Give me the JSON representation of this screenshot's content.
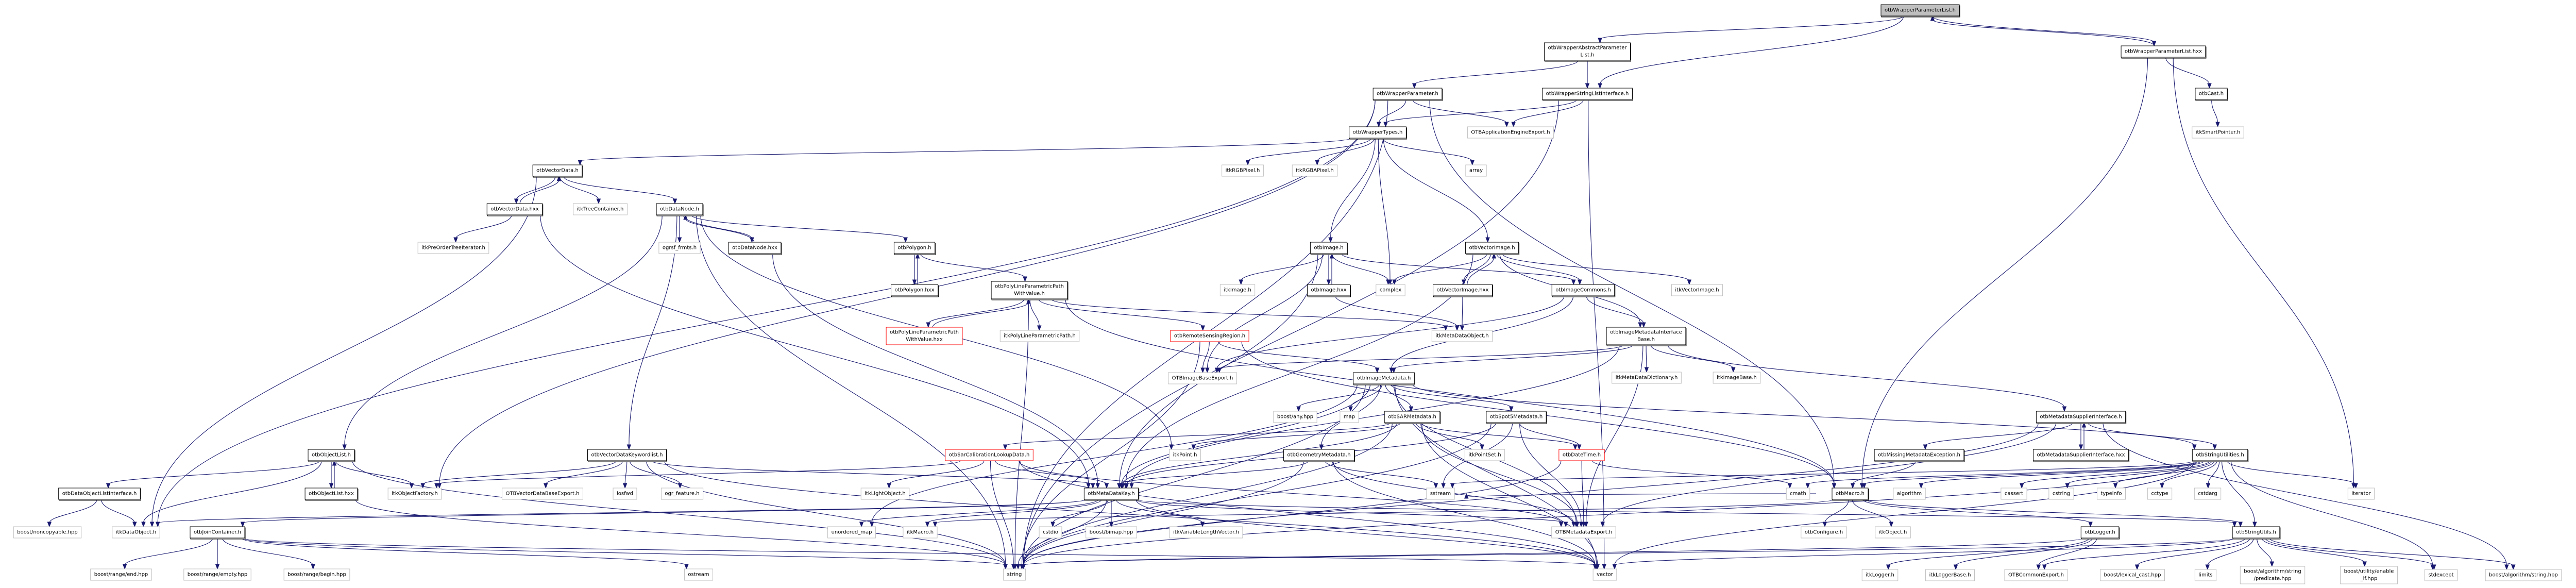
{
  "title": "otbWrapperParameterList.h include dependency graph",
  "colors": {
    "edge": "#191970",
    "root_fill": "#bfbfbf",
    "internal_border": "#000000",
    "external_border": "#bfbfbf",
    "truncated_border": "#ff0000"
  },
  "nodes": [
    {
      "id": "n0",
      "label": [
        "otbWrapperParameterList.h"
      ],
      "kind": "root"
    },
    {
      "id": "n1",
      "label": [
        "otbWrapperAbstractParameter",
        "List.h"
      ],
      "kind": "internal"
    },
    {
      "id": "n2",
      "label": [
        "otbWrapperParameterList.hxx"
      ],
      "kind": "internal"
    },
    {
      "id": "n3",
      "label": [
        "otbWrapperParameter.h"
      ],
      "kind": "internal"
    },
    {
      "id": "n4",
      "label": [
        "otbWrapperStringListInterface.h"
      ],
      "kind": "internal"
    },
    {
      "id": "n5",
      "label": [
        "otbCast.h"
      ],
      "kind": "internal"
    },
    {
      "id": "n6",
      "label": [
        "otbWrapperTypes.h"
      ],
      "kind": "internal"
    },
    {
      "id": "n7",
      "label": [
        "OTBApplicationEngineExport.h"
      ],
      "kind": "external"
    },
    {
      "id": "n8",
      "label": [
        "itkSmartPointer.h"
      ],
      "kind": "external"
    },
    {
      "id": "n9",
      "label": [
        "otbVectorData.h"
      ],
      "kind": "internal"
    },
    {
      "id": "n10",
      "label": [
        "itkRGBPixel.h"
      ],
      "kind": "external"
    },
    {
      "id": "n11",
      "label": [
        "itkRGBAPixel.h"
      ],
      "kind": "external"
    },
    {
      "id": "n12",
      "label": [
        "array"
      ],
      "kind": "external"
    },
    {
      "id": "n13",
      "label": [
        "otbVectorData.hxx"
      ],
      "kind": "internal"
    },
    {
      "id": "n14",
      "label": [
        "itkTreeContainer.h"
      ],
      "kind": "external"
    },
    {
      "id": "n15",
      "label": [
        "otbDataNode.h"
      ],
      "kind": "internal"
    },
    {
      "id": "n16",
      "label": [
        "itkPreOrderTreeIterator.h"
      ],
      "kind": "external"
    },
    {
      "id": "n17",
      "label": [
        "ogrsf_frmts.h"
      ],
      "kind": "external"
    },
    {
      "id": "n18",
      "label": [
        "otbDataNode.hxx"
      ],
      "kind": "internal"
    },
    {
      "id": "n19",
      "label": [
        "otbPolygon.h"
      ],
      "kind": "internal"
    },
    {
      "id": "n20",
      "label": [
        "otbImage.h"
      ],
      "kind": "internal"
    },
    {
      "id": "n21",
      "label": [
        "otbVectorImage.h"
      ],
      "kind": "internal"
    },
    {
      "id": "n22",
      "label": [
        "otbPolygon.hxx"
      ],
      "kind": "internal"
    },
    {
      "id": "n23",
      "label": [
        "otbPolyLineParametricPath",
        "WithValue.h"
      ],
      "kind": "internal"
    },
    {
      "id": "n24",
      "label": [
        "itkImage.h"
      ],
      "kind": "external"
    },
    {
      "id": "n25",
      "label": [
        "otbImage.hxx"
      ],
      "kind": "internal"
    },
    {
      "id": "n26",
      "label": [
        "complex"
      ],
      "kind": "external"
    },
    {
      "id": "n27",
      "label": [
        "otbVectorImage.hxx"
      ],
      "kind": "internal"
    },
    {
      "id": "n28",
      "label": [
        "otbImageCommons.h"
      ],
      "kind": "internal"
    },
    {
      "id": "n29",
      "label": [
        "itkVectorImage.h"
      ],
      "kind": "external"
    },
    {
      "id": "n30",
      "label": [
        "otbPolyLineParametricPath",
        "WithValue.hxx"
      ],
      "kind": "truncated"
    },
    {
      "id": "n31",
      "label": [
        "itkPolyLineParametricPath.h"
      ],
      "kind": "external"
    },
    {
      "id": "n32",
      "label": [
        "otbRemoteSensingRegion.h"
      ],
      "kind": "truncated"
    },
    {
      "id": "n33",
      "label": [
        "itkMetaDataObject.h"
      ],
      "kind": "external"
    },
    {
      "id": "n34",
      "label": [
        "otbImageMetadataInterface",
        "Base.h"
      ],
      "kind": "internal"
    },
    {
      "id": "n35",
      "label": [
        "OTBImageBaseExport.h"
      ],
      "kind": "external"
    },
    {
      "id": "n36",
      "label": [
        "otbImageMetadata.h"
      ],
      "kind": "internal"
    },
    {
      "id": "n37",
      "label": [
        "itkMetaDataDictionary.h"
      ],
      "kind": "external"
    },
    {
      "id": "n38",
      "label": [
        "itkImageBase.h"
      ],
      "kind": "external"
    },
    {
      "id": "n39",
      "label": [
        "boost/any.hpp"
      ],
      "kind": "external"
    },
    {
      "id": "n40",
      "label": [
        "map"
      ],
      "kind": "external"
    },
    {
      "id": "n41",
      "label": [
        "otbSARMetadata.h"
      ],
      "kind": "internal"
    },
    {
      "id": "n42",
      "label": [
        "otbSpot5Metadata.h"
      ],
      "kind": "internal"
    },
    {
      "id": "n43",
      "label": [
        "otbMetadataSupplierInterface.h"
      ],
      "kind": "internal"
    },
    {
      "id": "n44",
      "label": [
        "otbObjectList.h"
      ],
      "kind": "internal"
    },
    {
      "id": "n45",
      "label": [
        "otbVectorDataKeywordlist.h"
      ],
      "kind": "internal"
    },
    {
      "id": "n46",
      "label": [
        "otbSarCalibrationLookupData.h"
      ],
      "kind": "truncated"
    },
    {
      "id": "n47",
      "label": [
        "itkPoint.h"
      ],
      "kind": "external"
    },
    {
      "id": "n48",
      "label": [
        "otbGeometryMetadata.h"
      ],
      "kind": "internal"
    },
    {
      "id": "n49",
      "label": [
        "itkPointSet.h"
      ],
      "kind": "external"
    },
    {
      "id": "n50",
      "label": [
        "otbDateTime.h"
      ],
      "kind": "truncated"
    },
    {
      "id": "n51",
      "label": [
        "otbMissingMetadataException.h"
      ],
      "kind": "internal"
    },
    {
      "id": "n52",
      "label": [
        "otbMetadataSupplierInterface.hxx"
      ],
      "kind": "internal"
    },
    {
      "id": "n53",
      "label": [
        "otbStringUtilities.h"
      ],
      "kind": "internal"
    },
    {
      "id": "n54",
      "label": [
        "otbDataObjectListInterface.h"
      ],
      "kind": "internal"
    },
    {
      "id": "n55",
      "label": [
        "otbObjectList.hxx"
      ],
      "kind": "internal"
    },
    {
      "id": "n56",
      "label": [
        "itkObjectFactory.h"
      ],
      "kind": "external"
    },
    {
      "id": "n57",
      "label": [
        "OTBVectorDataBaseExport.h"
      ],
      "kind": "external"
    },
    {
      "id": "n58",
      "label": [
        "iosfwd"
      ],
      "kind": "external"
    },
    {
      "id": "n59",
      "label": [
        "ogr_feature.h"
      ],
      "kind": "external"
    },
    {
      "id": "n60",
      "label": [
        "itkLightObject.h"
      ],
      "kind": "external"
    },
    {
      "id": "n61",
      "label": [
        "otbMetaDataKey.h"
      ],
      "kind": "internal"
    },
    {
      "id": "n62",
      "label": [
        "sstream"
      ],
      "kind": "external"
    },
    {
      "id": "n63",
      "label": [
        "cmath"
      ],
      "kind": "external"
    },
    {
      "id": "n64",
      "label": [
        "otbMacro.h"
      ],
      "kind": "internal"
    },
    {
      "id": "n65",
      "label": [
        "algorithm"
      ],
      "kind": "external"
    },
    {
      "id": "n66",
      "label": [
        "cassert"
      ],
      "kind": "external"
    },
    {
      "id": "n67",
      "label": [
        "cstring"
      ],
      "kind": "external"
    },
    {
      "id": "n68",
      "label": [
        "typeinfo"
      ],
      "kind": "external"
    },
    {
      "id": "n69",
      "label": [
        "cctype"
      ],
      "kind": "external"
    },
    {
      "id": "n70",
      "label": [
        "cstdarg"
      ],
      "kind": "external"
    },
    {
      "id": "n71",
      "label": [
        "iterator"
      ],
      "kind": "external"
    },
    {
      "id": "n72",
      "label": [
        "boost/noncopyable.hpp"
      ],
      "kind": "external"
    },
    {
      "id": "n73",
      "label": [
        "itkDataObject.h"
      ],
      "kind": "external"
    },
    {
      "id": "n74",
      "label": [
        "otbJoinContainer.h"
      ],
      "kind": "internal"
    },
    {
      "id": "n75",
      "label": [
        "unordered_map"
      ],
      "kind": "external"
    },
    {
      "id": "n76",
      "label": [
        "itkMacro.h"
      ],
      "kind": "external"
    },
    {
      "id": "n77",
      "label": [
        "cstdio"
      ],
      "kind": "external"
    },
    {
      "id": "n78",
      "label": [
        "boost/bimap.hpp"
      ],
      "kind": "external"
    },
    {
      "id": "n79",
      "label": [
        "itkVariableLengthVector.h"
      ],
      "kind": "external"
    },
    {
      "id": "n80",
      "label": [
        "OTBMetadataExport.h"
      ],
      "kind": "external"
    },
    {
      "id": "n81",
      "label": [
        "otbConfigure.h"
      ],
      "kind": "external"
    },
    {
      "id": "n82",
      "label": [
        "itkObject.h"
      ],
      "kind": "external"
    },
    {
      "id": "n83",
      "label": [
        "otbLogger.h"
      ],
      "kind": "internal"
    },
    {
      "id": "n84",
      "label": [
        "otbStringUtils.h"
      ],
      "kind": "internal"
    },
    {
      "id": "n85",
      "label": [
        "boost/range/end.hpp"
      ],
      "kind": "external"
    },
    {
      "id": "n86",
      "label": [
        "boost/range/empty.hpp"
      ],
      "kind": "external"
    },
    {
      "id": "n87",
      "label": [
        "boost/range/begin.hpp"
      ],
      "kind": "external"
    },
    {
      "id": "n88",
      "label": [
        "ostream"
      ],
      "kind": "external"
    },
    {
      "id": "n89",
      "label": [
        "string"
      ],
      "kind": "external"
    },
    {
      "id": "n90",
      "label": [
        "vector"
      ],
      "kind": "external"
    },
    {
      "id": "n91",
      "label": [
        "itkLogger.h"
      ],
      "kind": "external"
    },
    {
      "id": "n92",
      "label": [
        "itkLoggerBase.h"
      ],
      "kind": "external"
    },
    {
      "id": "n93",
      "label": [
        "OTBCommonExport.h"
      ],
      "kind": "external"
    },
    {
      "id": "n94",
      "label": [
        "boost/lexical_cast.hpp"
      ],
      "kind": "external"
    },
    {
      "id": "n95",
      "label": [
        "limits"
      ],
      "kind": "external"
    },
    {
      "id": "n96",
      "label": [
        "boost/algorithm/string",
        "/predicate.hpp"
      ],
      "kind": "external"
    },
    {
      "id": "n97",
      "label": [
        "boost/utility/enable",
        "_if.hpp"
      ],
      "kind": "external"
    },
    {
      "id": "n98",
      "label": [
        "stdexcept"
      ],
      "kind": "external"
    },
    {
      "id": "n99",
      "label": [
        "boost/algorithm/string.hpp"
      ],
      "kind": "external"
    }
  ],
  "edges": [
    [
      "n0",
      "n1"
    ],
    [
      "n0",
      "n4"
    ],
    [
      "n0",
      "n2"
    ],
    [
      "n2",
      "n0"
    ],
    [
      "n1",
      "n3"
    ],
    [
      "n1",
      "n4"
    ],
    [
      "n2",
      "n5"
    ],
    [
      "n2",
      "n64"
    ],
    [
      "n2",
      "n71"
    ],
    [
      "n5",
      "n8"
    ],
    [
      "n3",
      "n6"
    ],
    [
      "n3",
      "n7"
    ],
    [
      "n3",
      "n64"
    ],
    [
      "n3",
      "n56"
    ],
    [
      "n3",
      "n73"
    ],
    [
      "n3",
      "n89"
    ],
    [
      "n4",
      "n6"
    ],
    [
      "n4",
      "n7"
    ],
    [
      "n4",
      "n89"
    ],
    [
      "n4",
      "n90"
    ],
    [
      "n6",
      "n9"
    ],
    [
      "n6",
      "n10"
    ],
    [
      "n6",
      "n11"
    ],
    [
      "n6",
      "n12"
    ],
    [
      "n6",
      "n20"
    ],
    [
      "n6",
      "n21"
    ],
    [
      "n6",
      "n26"
    ],
    [
      "n9",
      "n13"
    ],
    [
      "n13",
      "n9"
    ],
    [
      "n9",
      "n14"
    ],
    [
      "n9",
      "n15"
    ],
    [
      "n9",
      "n73"
    ],
    [
      "n13",
      "n16"
    ],
    [
      "n13",
      "n61"
    ],
    [
      "n15",
      "n17"
    ],
    [
      "n15",
      "n18"
    ],
    [
      "n18",
      "n15"
    ],
    [
      "n15",
      "n19"
    ],
    [
      "n15",
      "n44"
    ],
    [
      "n15",
      "n45"
    ],
    [
      "n15",
      "n47"
    ],
    [
      "n15",
      "n89"
    ],
    [
      "n18",
      "n61"
    ],
    [
      "n19",
      "n22"
    ],
    [
      "n22",
      "n19"
    ],
    [
      "n19",
      "n23"
    ],
    [
      "n23",
      "n30"
    ],
    [
      "n30",
      "n23"
    ],
    [
      "n23",
      "n31"
    ],
    [
      "n23",
      "n32"
    ],
    [
      "n23",
      "n33"
    ],
    [
      "n23",
      "n89"
    ],
    [
      "n23",
      "n64"
    ],
    [
      "n20",
      "n24"
    ],
    [
      "n20",
      "n25"
    ],
    [
      "n25",
      "n20"
    ],
    [
      "n20",
      "n26"
    ],
    [
      "n20",
      "n28"
    ],
    [
      "n20",
      "n35"
    ],
    [
      "n20",
      "n61"
    ],
    [
      "n25",
      "n33"
    ],
    [
      "n21",
      "n26"
    ],
    [
      "n21",
      "n27"
    ],
    [
      "n27",
      "n21"
    ],
    [
      "n21",
      "n28"
    ],
    [
      "n21",
      "n29"
    ],
    [
      "n21",
      "n34"
    ],
    [
      "n21",
      "n61"
    ],
    [
      "n27",
      "n33"
    ],
    [
      "n28",
      "n34"
    ],
    [
      "n28",
      "n35"
    ],
    [
      "n28",
      "n36"
    ],
    [
      "n32",
      "n35"
    ],
    [
      "n32",
      "n36"
    ],
    [
      "n32",
      "n89"
    ],
    [
      "n32",
      "n64"
    ],
    [
      "n34",
      "n35"
    ],
    [
      "n34",
      "n36"
    ],
    [
      "n34",
      "n37"
    ],
    [
      "n34",
      "n38"
    ],
    [
      "n34",
      "n43"
    ],
    [
      "n34",
      "n80"
    ],
    [
      "n34",
      "n61"
    ],
    [
      "n36",
      "n39"
    ],
    [
      "n36",
      "n40"
    ],
    [
      "n36",
      "n41"
    ],
    [
      "n36",
      "n42"
    ],
    [
      "n36",
      "n48"
    ],
    [
      "n36",
      "n61"
    ],
    [
      "n36",
      "n80"
    ],
    [
      "n36",
      "n89"
    ],
    [
      "n36",
      "n90"
    ],
    [
      "n36",
      "n53"
    ],
    [
      "n36",
      "n75"
    ],
    [
      "n41",
      "n46"
    ],
    [
      "n41",
      "n47"
    ],
    [
      "n41",
      "n49"
    ],
    [
      "n41",
      "n50"
    ],
    [
      "n41",
      "n61"
    ],
    [
      "n41",
      "n80"
    ],
    [
      "n41",
      "n89"
    ],
    [
      "n41",
      "n90"
    ],
    [
      "n42",
      "n50"
    ],
    [
      "n42",
      "n61"
    ],
    [
      "n42",
      "n80"
    ],
    [
      "n42",
      "n89"
    ],
    [
      "n42",
      "n62"
    ],
    [
      "n43",
      "n51"
    ],
    [
      "n43",
      "n52"
    ],
    [
      "n52",
      "n43"
    ],
    [
      "n43",
      "n53"
    ],
    [
      "n43",
      "n89"
    ],
    [
      "n43",
      "n80"
    ],
    [
      "n43",
      "n99"
    ],
    [
      "n44",
      "n54"
    ],
    [
      "n44",
      "n55"
    ],
    [
      "n55",
      "n44"
    ],
    [
      "n44",
      "n56"
    ],
    [
      "n44",
      "n73"
    ],
    [
      "n44",
      "n89"
    ],
    [
      "n45",
      "n56"
    ],
    [
      "n45",
      "n57"
    ],
    [
      "n45",
      "n58"
    ],
    [
      "n45",
      "n59"
    ],
    [
      "n45",
      "n61"
    ],
    [
      "n45",
      "n89"
    ],
    [
      "n45",
      "n90"
    ],
    [
      "n46",
      "n60"
    ],
    [
      "n46",
      "n61"
    ],
    [
      "n46",
      "n56"
    ],
    [
      "n46",
      "n89"
    ],
    [
      "n46",
      "n80"
    ],
    [
      "n46",
      "n90"
    ],
    [
      "n48",
      "n61"
    ],
    [
      "n48",
      "n62"
    ],
    [
      "n48",
      "n80"
    ],
    [
      "n48",
      "n89"
    ],
    [
      "n48",
      "n90"
    ],
    [
      "n50",
      "n80"
    ],
    [
      "n50",
      "n63"
    ],
    [
      "n50",
      "n89"
    ],
    [
      "n51",
      "n64"
    ],
    [
      "n53",
      "n63"
    ],
    [
      "n53",
      "n64"
    ],
    [
      "n53",
      "n65"
    ],
    [
      "n53",
      "n66"
    ],
    [
      "n53",
      "n67"
    ],
    [
      "n53",
      "n68"
    ],
    [
      "n53",
      "n69"
    ],
    [
      "n53",
      "n70"
    ],
    [
      "n53",
      "n71"
    ],
    [
      "n53",
      "n84"
    ],
    [
      "n53",
      "n89"
    ],
    [
      "n53",
      "n90"
    ],
    [
      "n53",
      "n98"
    ],
    [
      "n53",
      "n62"
    ],
    [
      "n54",
      "n72"
    ],
    [
      "n54",
      "n73"
    ],
    [
      "n55",
      "n89"
    ],
    [
      "n61",
      "n73"
    ],
    [
      "n61",
      "n74"
    ],
    [
      "n61",
      "n75"
    ],
    [
      "n61",
      "n76"
    ],
    [
      "n61",
      "n77"
    ],
    [
      "n61",
      "n78"
    ],
    [
      "n61",
      "n79"
    ],
    [
      "n61",
      "n80"
    ],
    [
      "n61",
      "n89"
    ],
    [
      "n61",
      "n90"
    ],
    [
      "n61",
      "n84"
    ],
    [
      "n64",
      "n81"
    ],
    [
      "n64",
      "n82"
    ],
    [
      "n64",
      "n83"
    ],
    [
      "n64",
      "n84"
    ],
    [
      "n64",
      "n76"
    ],
    [
      "n64",
      "n62"
    ],
    [
      "n74",
      "n85"
    ],
    [
      "n74",
      "n86"
    ],
    [
      "n74",
      "n87"
    ],
    [
      "n74",
      "n88"
    ],
    [
      "n74",
      "n89"
    ],
    [
      "n74",
      "n90"
    ],
    [
      "n83",
      "n91"
    ],
    [
      "n83",
      "n92"
    ],
    [
      "n83",
      "n93"
    ],
    [
      "n83",
      "n89"
    ],
    [
      "n84",
      "n94"
    ],
    [
      "n84",
      "n95"
    ],
    [
      "n84",
      "n96"
    ],
    [
      "n84",
      "n97"
    ],
    [
      "n84",
      "n98"
    ],
    [
      "n84",
      "n99"
    ],
    [
      "n84",
      "n89"
    ],
    [
      "n84",
      "n90"
    ],
    [
      "n84",
      "n93"
    ]
  ]
}
